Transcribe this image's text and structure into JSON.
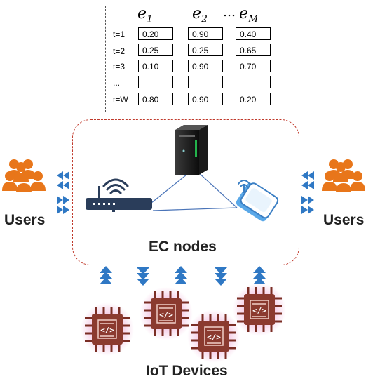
{
  "table": {
    "headers": [
      {
        "base": "e",
        "sub": "1"
      },
      {
        "base": "e",
        "sub": "2"
      },
      {
        "base": "e",
        "sub": "M"
      }
    ],
    "header_ellipsis": "…",
    "rows": [
      {
        "label": "t=1",
        "values": [
          "0.20",
          "0.90",
          "0.40"
        ]
      },
      {
        "label": "t=2",
        "values": [
          "0.25",
          "0.25",
          "0.65"
        ]
      },
      {
        "label": "t=3",
        "values": [
          "0.10",
          "0.90",
          "0.70"
        ]
      },
      {
        "label": "...",
        "values": [
          "",
          "",
          ""
        ]
      },
      {
        "label": "t=W",
        "values": [
          "0.80",
          "0.90",
          "0.20"
        ]
      }
    ]
  },
  "labels": {
    "ec_nodes": "EC nodes",
    "users_left": "Users",
    "users_right": "Users",
    "iot_devices": "IoT Devices"
  },
  "icons": {
    "server": "server-icon",
    "router": "wifi-router-icon",
    "access_point": "wireless-access-point-icon",
    "users": "users-group-icon",
    "chip": "iot-chip-icon"
  },
  "colors": {
    "user_orange": "#e8761a",
    "arrow_blue": "#2f78c4",
    "ec_border": "#c0392b",
    "chip_brown": "#8b3a2f",
    "chip_glow": "#f4c7e3",
    "link_line": "#4a74b8"
  }
}
